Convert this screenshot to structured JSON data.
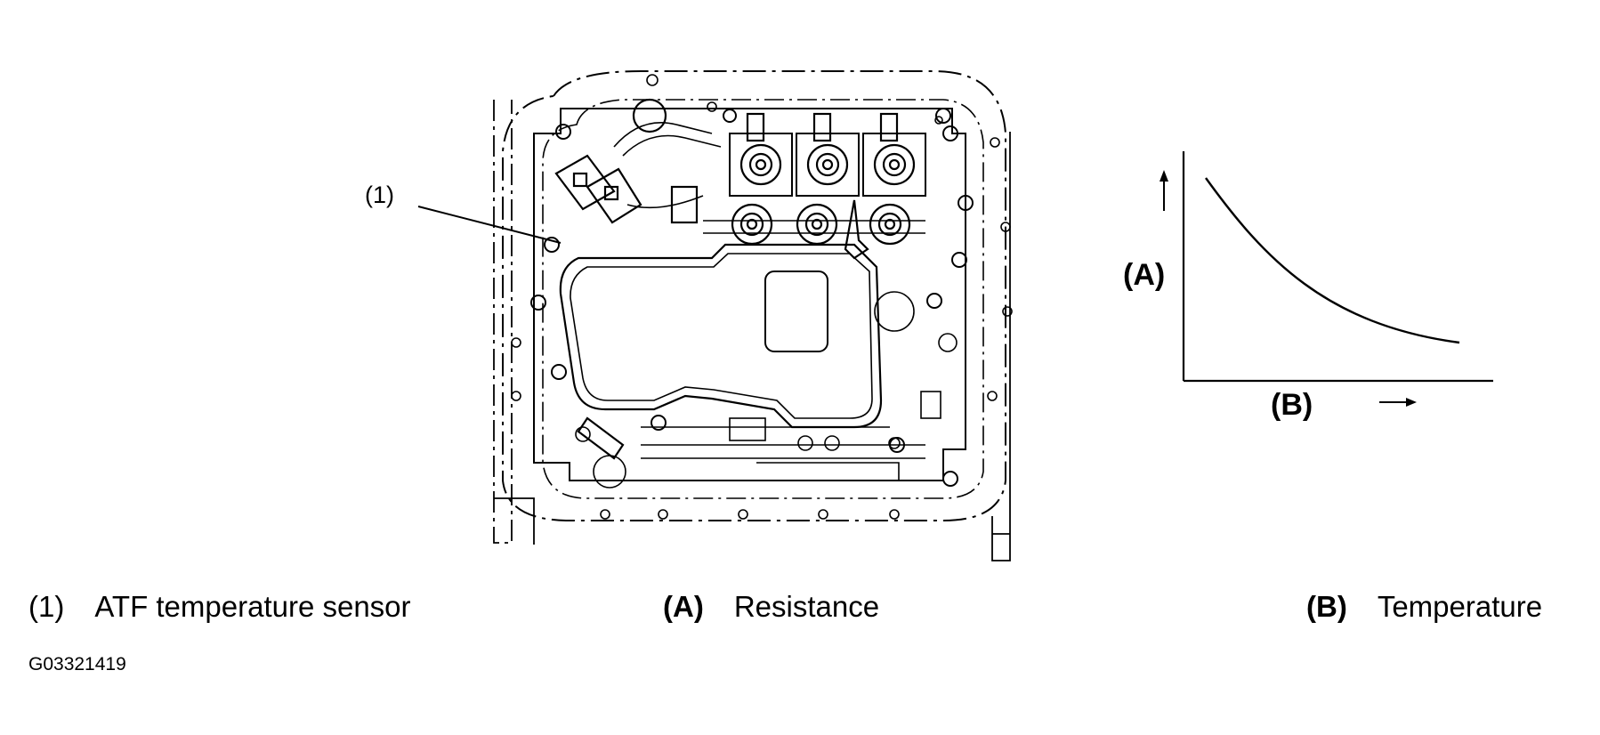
{
  "diagram": {
    "callout_label": "(1)",
    "graph": {
      "y_label": "(A)",
      "x_label": "(B)"
    }
  },
  "legend": [
    {
      "key": "(1)",
      "text": "ATF temperature sensor",
      "bold_key": false
    },
    {
      "key": "(A)",
      "text": "Resistance",
      "bold_key": true
    },
    {
      "key": "(B)",
      "text": "Temperature",
      "bold_key": true
    }
  ],
  "figure_id": "G03321419"
}
